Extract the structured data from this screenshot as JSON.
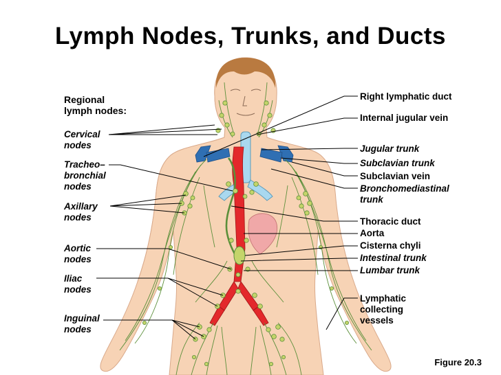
{
  "title": "Lymph Nodes, Trunks, and Ducts",
  "figure_number": "Figure 20.3",
  "left_labels": {
    "regional": "Regional\nlymph nodes:",
    "cervical": "Cervical\nnodes",
    "tracheo": "Tracheo–\nbronchial\nnodes",
    "axillary": "Axillary\nnodes",
    "aortic": "Aortic\nnodes",
    "iliac": "Iliac\nnodes",
    "inguinal": "Inguinal\nnodes"
  },
  "right_labels": {
    "right_lymphatic_duct": "Right lymphatic duct",
    "internal_jugular_vein": "Internal jugular vein",
    "jugular_trunk": "Jugular trunk",
    "subclavian_trunk": "Subclavian trunk",
    "subclavian_vein": "Subclavian vein",
    "bronchomediastinal_trunk": "Bronchomediastinal\ntrunk",
    "thoracic_duct": "Thoracic duct",
    "aorta": "Aorta",
    "cisterna_chyli": "Cisterna chyli",
    "intestinal_trunk": "Intestinal trunk",
    "lumbar_trunk": "Lumbar trunk",
    "lymphatic_collecting_vessels": "Lymphatic\ncollecting\nvessels"
  },
  "colors": {
    "skin": "#f7d3b5",
    "skin_shade": "#edbf9c",
    "lymph_region": "#cde8d6",
    "hair": "#b97a40",
    "artery": "#e3282b",
    "vein": "#2f6fb3",
    "trachea": "#a9d8ef",
    "vessel": "#5b8f3a",
    "node": "#c4d46a"
  }
}
